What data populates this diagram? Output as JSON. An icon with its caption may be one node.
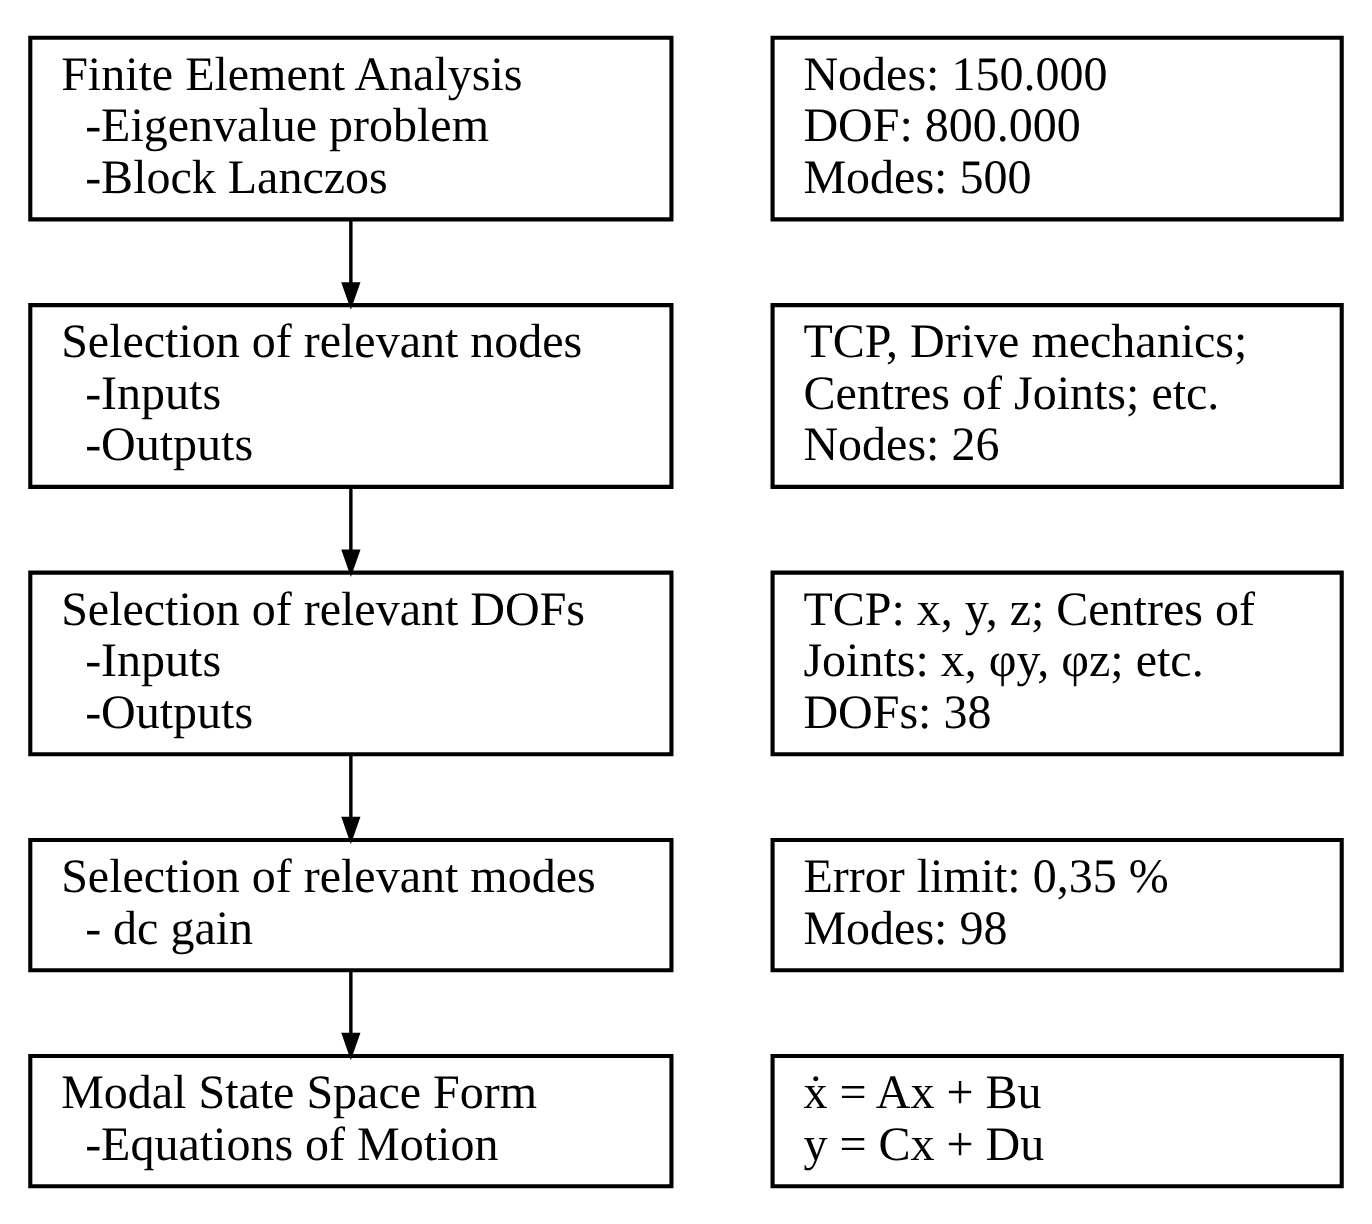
{
  "diagram": {
    "nodes": [
      {
        "text": [
          "Finite Element Analysis",
          "-Eigenvalue problem",
          "-Block Lanczos"
        ]
      },
      {
        "text": [
          "Nodes: 150.000",
          "DOF: 800.000",
          "Modes: 500"
        ]
      },
      {
        "text": [
          "Selection of relevant nodes",
          "-Inputs",
          "-Outputs"
        ]
      },
      {
        "text": [
          "TCP, Drive mechanics; Centres of Joints; etc.",
          "Nodes: 26"
        ]
      },
      {
        "text": [
          "Selection of relevant DOFs",
          "-Inputs",
          "-Outputs"
        ]
      },
      {
        "text": [
          "TCP: x, y, z; Centres of Joints: x, φy, φz; etc.",
          "DOFs: 38"
        ]
      },
      {
        "text": [
          "Selection of relevant modes",
          "- dc gain"
        ]
      },
      {
        "text": [
          "Error limit: 0,35 %",
          "Modes: 98"
        ]
      },
      {
        "text": [
          "Modal State Space Form",
          "-Equations of Motion"
        ]
      },
      {
        "text": [
          "ẋ = Ax + Bu",
          "y = Cx + Du"
        ]
      }
    ],
    "edges": [
      {
        "from": 0,
        "to": 2,
        "arrow": "to"
      },
      {
        "from": 2,
        "to": 4,
        "arrow": "to"
      },
      {
        "from": 4,
        "to": 6,
        "arrow": "to"
      },
      {
        "from": 6,
        "to": 8,
        "arrow": "to"
      }
    ]
  }
}
